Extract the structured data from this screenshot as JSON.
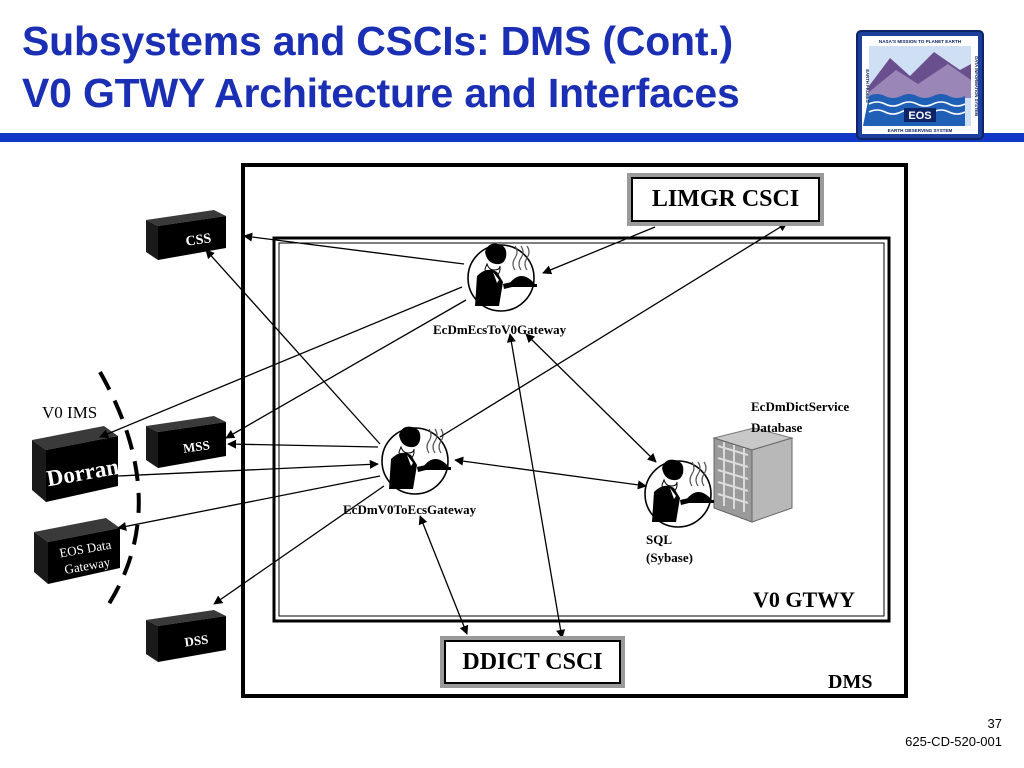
{
  "header": {
    "title_line1": "Subsystems and CSCIs:  DMS (Cont.)",
    "title_line2": "V0 GTWY Architecture and Interfaces"
  },
  "logo": {
    "top_text": "NASA'S MISSION TO PLANET EARTH",
    "left_text": "EARTH PROBES",
    "right_text": "DATA INFORMATION SYSTEM",
    "center_text": "EOS",
    "bottom_text": "EARTH OBSERVING SYSTEM"
  },
  "diagram": {
    "dms_label": "DMS",
    "v0gtwy_label": "V0 GTWY",
    "limgr_label": "LIMGR CSCI",
    "ddict_label": "DDICT CSCI",
    "ecs_to_v0_label": "EcDmEcsToV0Gateway",
    "v0_to_ecs_label": "EcDmV0ToEcsGateway",
    "sql_label_line1": "SQL",
    "sql_label_line2": "(Sybase)",
    "dict_db_line1": "EcDmDictService",
    "dict_db_line2": "Database",
    "v0_ims_label": "V0 IMS",
    "css_label": "CSS",
    "mss_label": "MSS",
    "dss_label": "DSS",
    "dorran_label": "Dorran",
    "eos_gateway_line1": "EOS Data",
    "eos_gateway_line2": "Gateway"
  },
  "footer": {
    "page_number": "37",
    "doc_id": "625-CD-520-001"
  }
}
